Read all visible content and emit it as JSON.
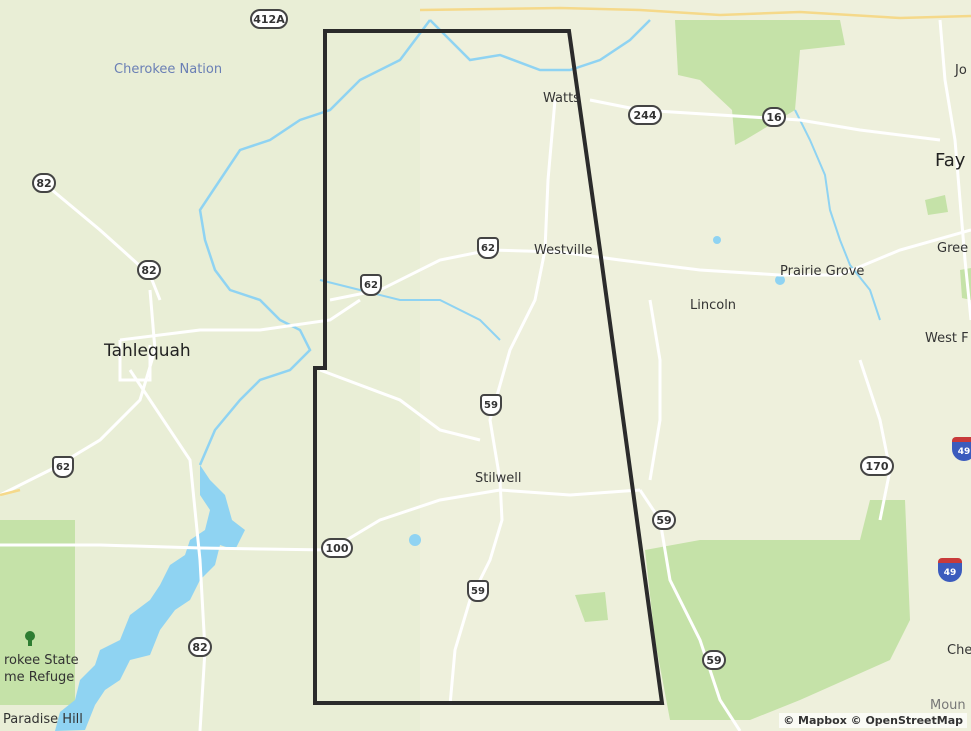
{
  "map": {
    "places": {
      "cherokee_nation": "Cherokee Nation",
      "tahlequah": "Tahlequah",
      "watts": "Watts",
      "westville": "Westville",
      "stilwell": "Stilwell",
      "lincoln": "Lincoln",
      "prairie_grove": "Prairie Grove",
      "fay": "Fay",
      "gree": "Gree",
      "west_f": "West F",
      "jo": "Jo",
      "che": "Che",
      "moun": "Moun",
      "paradise_hill": "Paradise Hill",
      "refuge_line1": "rokee State",
      "refuge_line2": "me Refuge"
    },
    "routes": {
      "r412a": "412A",
      "r244": "244",
      "r16": "16",
      "r82a": "82",
      "r82b": "82",
      "r82c": "82",
      "us62a": "62",
      "us62b": "62",
      "us62c": "62",
      "us59a": "59",
      "us59b": "59",
      "r59c": "59",
      "r59d": "59",
      "r100": "100",
      "r170": "170",
      "i49a": "49",
      "i49b": "49"
    },
    "attribution": "© Mapbox © OpenStreetMap",
    "colors": {
      "land": "#eef0dc",
      "forest": "#c5e2a8",
      "water": "#8fd3f2",
      "road": "#ffffff",
      "boundary": "#2b2b2b"
    }
  }
}
